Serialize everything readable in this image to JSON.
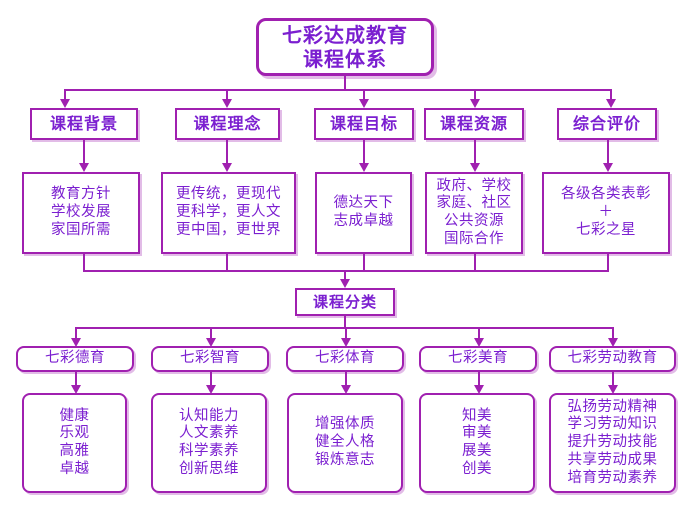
{
  "diagram": {
    "title": "七彩达成教育\n课程体系",
    "pillars": [
      {
        "header": "课程背景",
        "detail": "教育方针\n学校发展\n家国所需"
      },
      {
        "header": "课程理念",
        "detail": "更传统，更现代\n更科学，更人文\n更中国，更世界"
      },
      {
        "header": "课程目标",
        "detail": "德达天下\n志成卓越"
      },
      {
        "header": "课程资源",
        "detail": "政府、学校\n家庭、社区\n公共资源\n国际合作"
      },
      {
        "header": "综合评价",
        "detail": "各级各类表彰\n＋\n七彩之星"
      }
    ],
    "classification_label": "课程分类",
    "categories": [
      {
        "name": "七彩德育",
        "items": "健康\n乐观\n高雅\n卓越"
      },
      {
        "name": "七彩智育",
        "items": "认知能力\n人文素养\n科学素养\n创新思维"
      },
      {
        "name": "七彩体育",
        "items": "增强体质\n健全人格\n锻炼意志"
      },
      {
        "name": "七彩美育",
        "items": "知美\n审美\n展美\n创美"
      },
      {
        "name": "七彩劳动教育",
        "items": "弘扬劳动精神\n学习劳动知识\n提升劳动技能\n共享劳动成果\n培育劳动素养"
      }
    ],
    "colors": {
      "border": "#A020B0",
      "text": "#7B1FD0",
      "background": "#FFFFFF"
    }
  }
}
